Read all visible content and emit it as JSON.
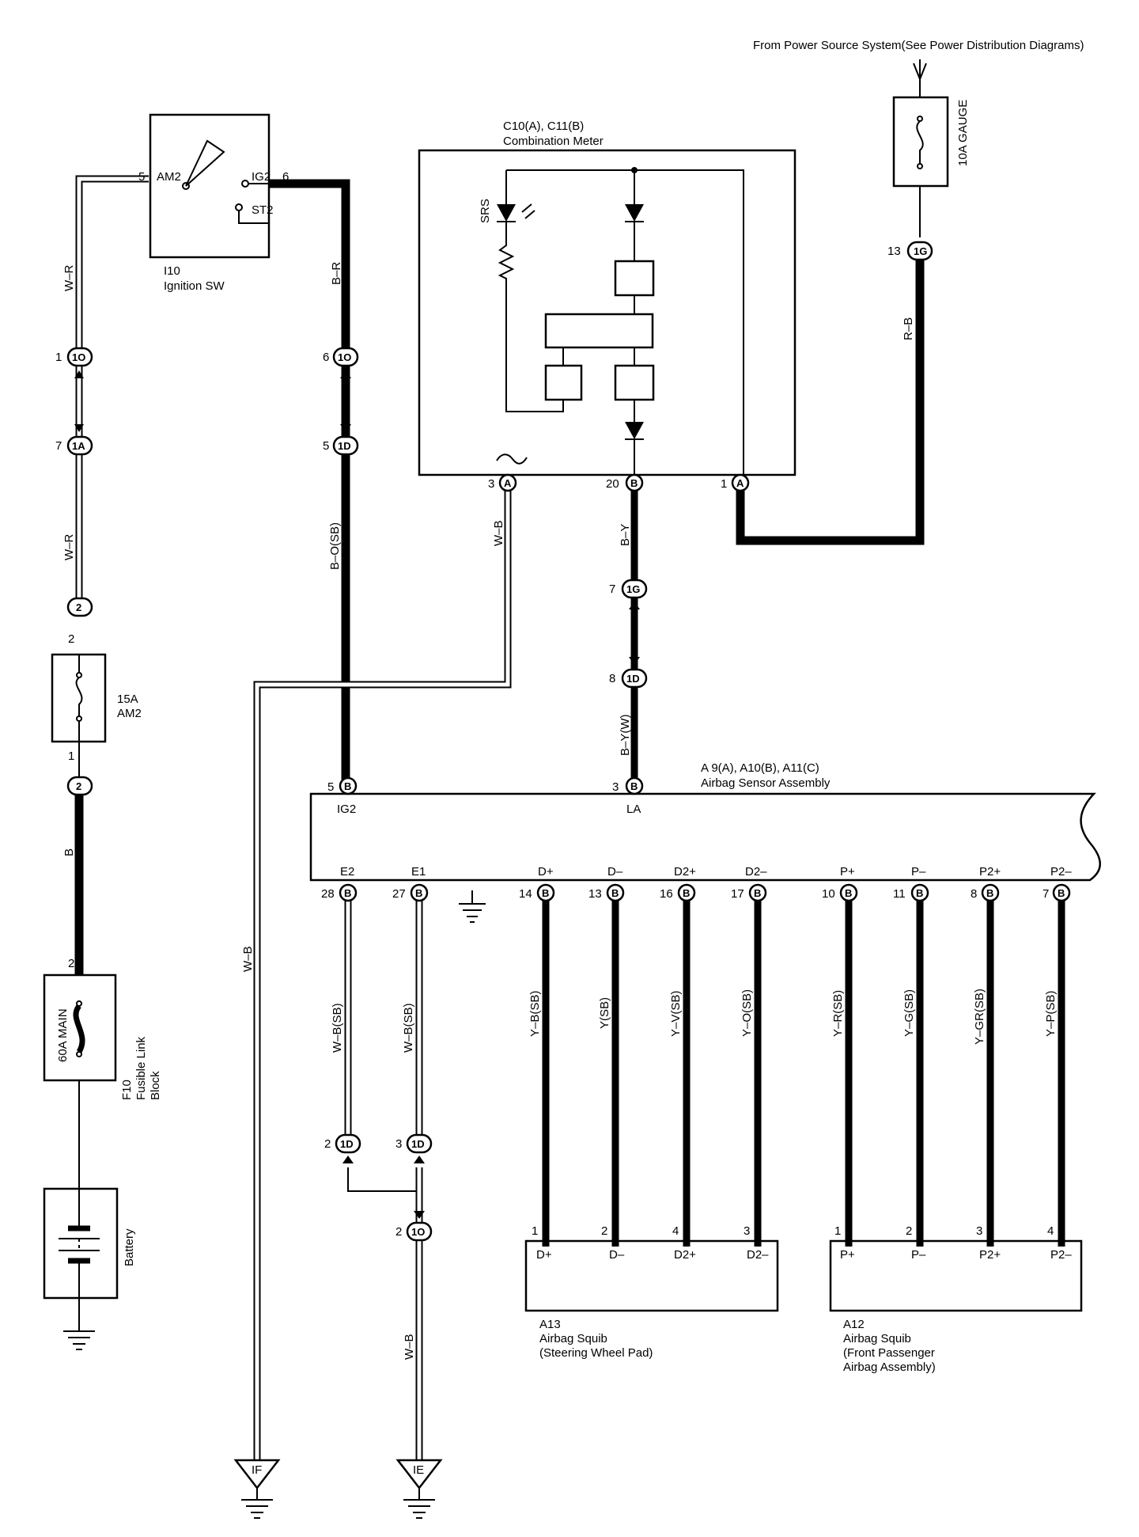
{
  "header": {
    "source_note": "From Power Source System(See Power Distribution Diagrams)"
  },
  "fuses": {
    "gauge": "10A GAUGE",
    "am2_amp": "15A",
    "am2_name": "AM2",
    "main": "60A MAIN"
  },
  "ignition_switch": {
    "code": "I10",
    "name": "Ignition SW",
    "terminals": [
      "AM2",
      "IG2",
      "ST2"
    ],
    "pins": [
      "5",
      "6"
    ]
  },
  "combination_meter": {
    "code": "C10(A), C11(B)",
    "name": "Combination Meter",
    "lamp": "SRS",
    "pins": [
      "3",
      "20",
      "1"
    ],
    "pin_conn": [
      "A",
      "B",
      "A"
    ]
  },
  "fusible_link": {
    "code": "F10",
    "line1": "Fusible Link",
    "line2": "Block"
  },
  "battery": {
    "label": "Battery"
  },
  "airbag_sensor": {
    "code": "A 9(A), A10(B), A11(C)",
    "name": "Airbag Sensor Assembly",
    "top_terminals": [
      {
        "pin": "5",
        "conn": "B",
        "name": "IG2"
      },
      {
        "pin": "3",
        "conn": "B",
        "name": "LA"
      }
    ],
    "bottom_terminals": [
      {
        "pin": "28",
        "conn": "B",
        "name": "E2",
        "wire": "W–B(SB)"
      },
      {
        "pin": "27",
        "conn": "B",
        "name": "E1",
        "wire": "W–B(SB)"
      },
      {
        "pin": "14",
        "conn": "B",
        "name": "D+",
        "wire": "Y–B(SB)"
      },
      {
        "pin": "13",
        "conn": "B",
        "name": "D–",
        "wire": "Y(SB)"
      },
      {
        "pin": "16",
        "conn": "B",
        "name": "D2+",
        "wire": "Y–V(SB)"
      },
      {
        "pin": "17",
        "conn": "B",
        "name": "D2–",
        "wire": "Y–O(SB)"
      },
      {
        "pin": "10",
        "conn": "B",
        "name": "P+",
        "wire": "Y–R(SB)"
      },
      {
        "pin": "11",
        "conn": "B",
        "name": "P–",
        "wire": "Y–G(SB)"
      },
      {
        "pin": "8",
        "conn": "B",
        "name": "P2+",
        "wire": "Y–GR(SB)"
      },
      {
        "pin": "7",
        "conn": "B",
        "name": "P2–",
        "wire": "Y–P(SB)"
      }
    ]
  },
  "squib_driver": {
    "code": "A13",
    "line1": "Airbag Squib",
    "line2": "(Steering Wheel Pad)",
    "terminals": [
      "D+",
      "D–",
      "D2+",
      "D2–"
    ],
    "pins": [
      "1",
      "2",
      "4",
      "3"
    ]
  },
  "squib_passenger": {
    "code": "A12",
    "line1": "Airbag Squib",
    "line2": "(Front Passenger",
    "line3": "Airbag Assembly)",
    "terminals": [
      "P+",
      "P–",
      "P2+",
      "P2–"
    ],
    "pins": [
      "1",
      "2",
      "3",
      "4"
    ]
  },
  "wire_colors": {
    "wr_top": "W–R",
    "wr_mid": "W–R",
    "b_main": "B",
    "br": "B–R",
    "bo": "B–O(SB)",
    "wb_meter": "W–B",
    "by": "B–Y",
    "byw": "B–Y(W)",
    "rb": "R–B",
    "wb_if": "W–B",
    "wb_ie": "W–B"
  },
  "connectors": {
    "c1O_left": {
      "pin": "1",
      "id": "1O"
    },
    "c1A": {
      "pin": "7",
      "id": "1A"
    },
    "c2_top": {
      "pin": "",
      "id": "2"
    },
    "c2_bot": {
      "pin": "",
      "id": "2"
    },
    "c1O_mid": {
      "pin": "6",
      "id": "1O"
    },
    "c1D_mid": {
      "pin": "5",
      "id": "1D"
    },
    "c1G_top": {
      "pin": "13",
      "id": "1G"
    },
    "c1G_mid": {
      "pin": "7",
      "id": "1G"
    },
    "c1D_la": {
      "pin": "8",
      "id": "1D"
    },
    "c1D_e2": {
      "pin": "2",
      "id": "1D"
    },
    "c1D_e1": {
      "pin": "3",
      "id": "1D"
    },
    "c1O_bot": {
      "pin": "2",
      "id": "1O"
    }
  },
  "fuse_pins": {
    "am2_top": "2",
    "am2_bot": "1",
    "main_top": "2"
  },
  "grounds": {
    "if": "IF",
    "ie": "IE"
  }
}
